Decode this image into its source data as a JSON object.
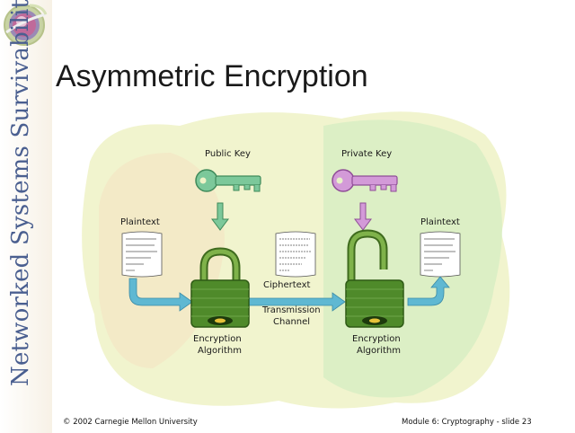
{
  "sidebar": {
    "vertical_title": "Networked Systems Survivability"
  },
  "slide": {
    "title": "Asymmetric Encryption"
  },
  "diagram": {
    "public_key_label": "Public Key",
    "private_key_label": "Private Key",
    "plaintext_left_label": "Plaintext",
    "plaintext_right_label": "Plaintext",
    "ciphertext_label": "Ciphertext",
    "transmission_line1": "Transmission",
    "transmission_line2": "Channel",
    "encryption_left_line1": "Encryption",
    "encryption_left_line2": "Algorithm",
    "encryption_right_line1": "Encryption",
    "encryption_right_line2": "Algorithm",
    "colors": {
      "public_key": "#7cc89a",
      "private_key": "#d39ad8",
      "arrow": "#5fb8d2",
      "lock": "#4f8a2a"
    }
  },
  "footer": {
    "copyright": "© 2002 Carnegie Mellon University",
    "module": "Module 6:  Cryptography - slide 23"
  }
}
